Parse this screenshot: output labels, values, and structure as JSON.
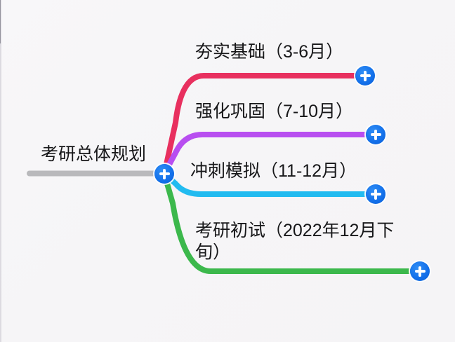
{
  "app": {
    "type": "mindmap-editor",
    "background_color": "#f7f6f8"
  },
  "root": {
    "title": "考研总体规划",
    "bar_color": "#b9b9bc",
    "add_button_icon": "plus-icon"
  },
  "branches": [
    {
      "label": "夯实基础（3-6月）",
      "color": "#e8305f",
      "add_button_icon": "plus-icon"
    },
    {
      "label": "强化巩固（7-10月）",
      "color": "#b84ef0",
      "add_button_icon": "plus-icon"
    },
    {
      "label": "冲刺模拟（11-12月）",
      "color": "#22bbf0",
      "add_button_icon": "plus-icon"
    },
    {
      "label": "考研初试（2022年12月下旬）",
      "color": "#3cb84c",
      "add_button_icon": "plus-icon"
    }
  ],
  "colors": {
    "node_button": "#1370ea",
    "text": "#171719",
    "root_bar": "#b9b9bc"
  }
}
